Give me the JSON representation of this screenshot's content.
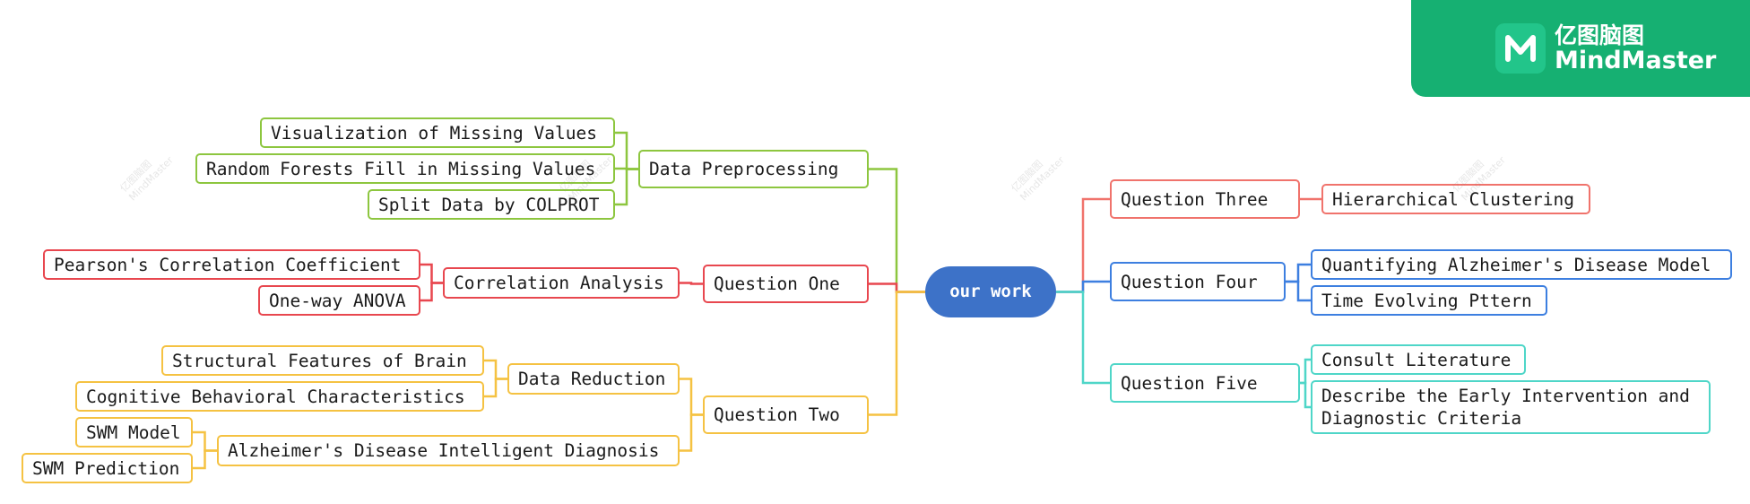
{
  "root": {
    "label": "our work"
  },
  "branches": [
    {
      "id": "dp",
      "label": "Data Preprocessing",
      "color": "#8dc63f",
      "children": [
        "Visualization of Missing Values",
        "Random Forests Fill in Missing Values",
        "Split Data by COLPROT"
      ]
    },
    {
      "id": "q1",
      "label": "Question One",
      "color": "#e8474f",
      "sub": {
        "label": "Correlation Analysis",
        "children": [
          "Pearson's Correlation Coefficient",
          "One-way ANOVA"
        ]
      }
    },
    {
      "id": "q2",
      "label": "Question Two",
      "color": "#f5c242",
      "subs": [
        {
          "label": "Data Reduction",
          "children": [
            "Structural Features of Brain",
            "Cognitive Behavioral Characteristics"
          ]
        },
        {
          "label": "Alzheimer's Disease Intelligent Diagnosis",
          "children": [
            "SWM Model",
            "SWM Prediction"
          ]
        }
      ]
    },
    {
      "id": "q3",
      "label": "Question Three",
      "color": "#f0736c",
      "children": [
        "Hierarchical Clustering"
      ]
    },
    {
      "id": "q4",
      "label": "Question Four",
      "color": "#3d7fe0",
      "children": [
        "Quantifying Alzheimer's Disease Model",
        "Time Evolving Pttern"
      ]
    },
    {
      "id": "q5",
      "label": "Question Five",
      "color": "#4fd6c8",
      "children": [
        "Consult Literature",
        "Describe the Early Intervention and\nDiagnostic Criteria"
      ]
    }
  ],
  "badge": {
    "cn": "亿图脑图",
    "en": "MindMaster",
    "color": "#16b072"
  },
  "watermark": {
    "text": "亿图脑图\nMindMaster"
  }
}
